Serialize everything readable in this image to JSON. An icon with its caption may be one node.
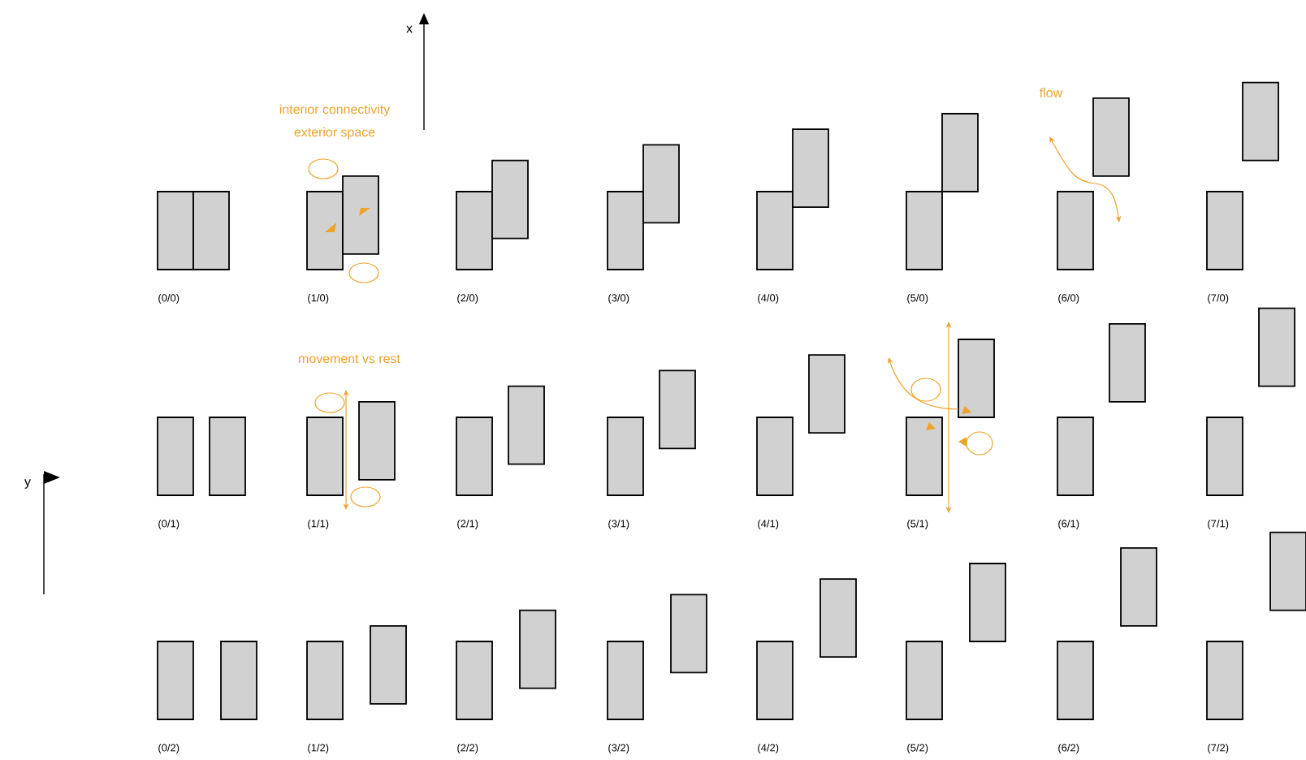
{
  "diagram": {
    "labels": [
      "x",
      "interior connectivity",
      "exterior space",
      "flow",
      "(0/0)",
      "(1/0)",
      "(2/0)",
      "(3/0)",
      "(4/0)",
      "(5/0)",
      "(6/0)",
      "(7/0)",
      "movement vs rest",
      "y",
      "(0/1)",
      "(1/1)",
      "(2/1)",
      "(3/1)",
      "(4/1)",
      "(5/1)",
      "(6/1)",
      "(7/1)",
      "(0/2)",
      "(1/2)",
      "(2/2)",
      "(3/2)",
      "(4/2)",
      "(5/2)",
      "(6/2)",
      "(7/2)"
    ]
  }
}
